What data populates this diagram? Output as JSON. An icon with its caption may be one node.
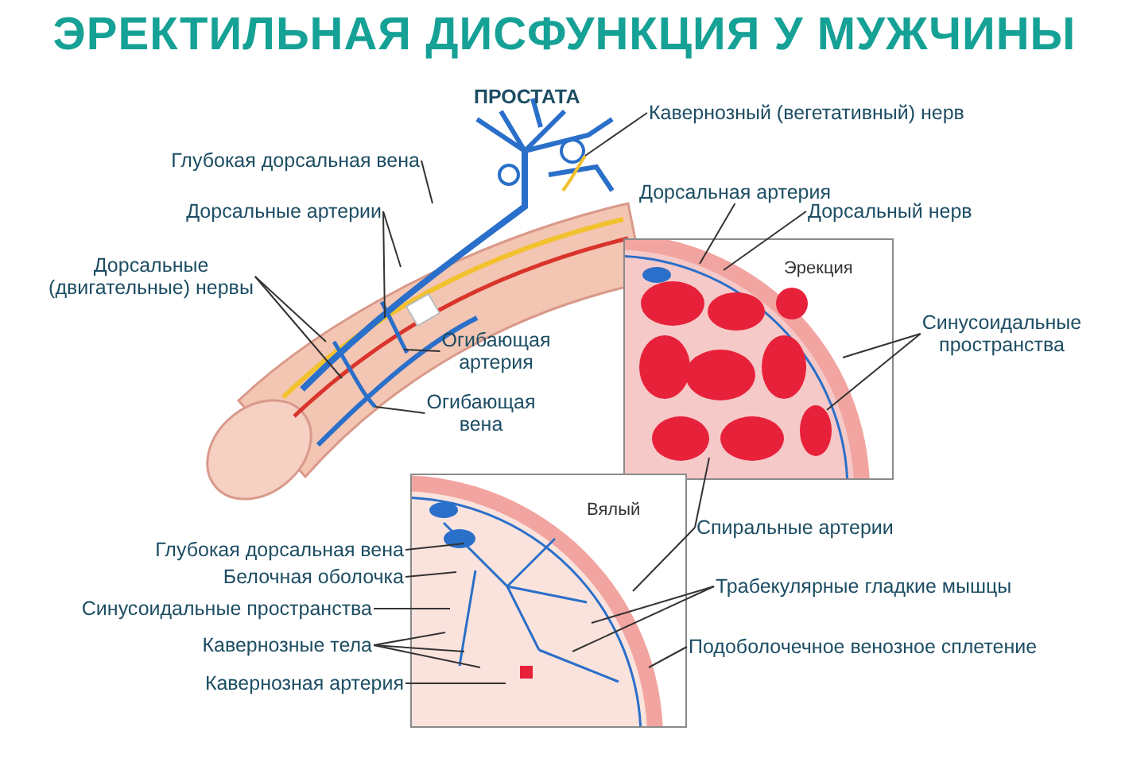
{
  "diagram": {
    "title": "ЭРЕКТИЛЬНАЯ ДИСФУНКЦИЯ У МУЖЧИНЫ",
    "nodes": [
      {
        "text": [
          "Кавернозный (вегетативный) нерв"
        ]
      },
      {
        "text": [
          "Глубокая дорсальная вена"
        ]
      },
      {
        "text": [
          "Дорсальные артерии"
        ]
      },
      {
        "text": [
          "Дорсальные (двигательные) нервы"
        ]
      },
      {
        "text": [
          "Огибающая артерия"
        ]
      },
      {
        "text": [
          "Огибающая вена"
        ]
      },
      {
        "text": [
          "Дорсальная артерия"
        ]
      },
      {
        "text": [
          "Дорсальный нерв"
        ]
      },
      {
        "text": [
          "Синусоидальные пространства"
        ]
      },
      {
        "text": [
          "Глубокая дорсальная вена"
        ]
      },
      {
        "text": [
          "Белочная оболочка"
        ]
      },
      {
        "text": [
          "Синусоидальные пространства"
        ]
      },
      {
        "text": [
          "Кавернозные тела"
        ]
      },
      {
        "text": [
          "Кавернозная артерия"
        ]
      },
      {
        "text": [
          "Спиральные артерии"
        ]
      },
      {
        "text": [
          "Трабекулярные гладкие мышцы"
        ]
      },
      {
        "text": [
          "Подоболочечное венозное сплетение"
        ]
      },
      {
        "text": [
          "Эрекция"
        ]
      },
      {
        "text": [
          "Вялый"
        ]
      }
    ],
    "edges": [
      {
        "from": 0,
        "to": null,
        "arrow": "none"
      },
      {
        "from": 1,
        "to": null,
        "arrow": "none"
      },
      {
        "from": 2,
        "to": null,
        "arrow": "none"
      },
      {
        "from": 2,
        "to": null,
        "arrow": "none"
      },
      {
        "from": 3,
        "to": null,
        "arrow": "none"
      },
      {
        "from": 3,
        "to": null,
        "arrow": "none"
      },
      {
        "from": 4,
        "to": null,
        "arrow": "none"
      },
      {
        "from": 5,
        "to": null,
        "arrow": "none"
      },
      {
        "from": 6,
        "to": 17,
        "arrow": "none"
      },
      {
        "from": 7,
        "to": 17,
        "arrow": "none"
      },
      {
        "from": 8,
        "to": 17,
        "arrow": "none"
      },
      {
        "from": 8,
        "to": 17,
        "arrow": "none"
      },
      {
        "from": 9,
        "to": 18,
        "arrow": "none"
      },
      {
        "from": 10,
        "to": 18,
        "arrow": "none"
      },
      {
        "from": 11,
        "to": 18,
        "arrow": "none"
      },
      {
        "from": 12,
        "to": 18,
        "arrow": "none"
      },
      {
        "from": 12,
        "to": 18,
        "arrow": "none"
      },
      {
        "from": 12,
        "to": 18,
        "arrow": "none"
      },
      {
        "from": 13,
        "to": 18,
        "arrow": "none"
      },
      {
        "from": 14,
        "to": 18,
        "arrow": "none"
      },
      {
        "from": 14,
        "to": 17,
        "arrow": "none"
      },
      {
        "from": 15,
        "to": 18,
        "arrow": "none"
      },
      {
        "from": 15,
        "to": 18,
        "arrow": "none"
      },
      {
        "from": 16,
        "to": 18,
        "arrow": "none"
      }
    ],
    "labels": [
      "ПРОСТАТА"
    ]
  }
}
